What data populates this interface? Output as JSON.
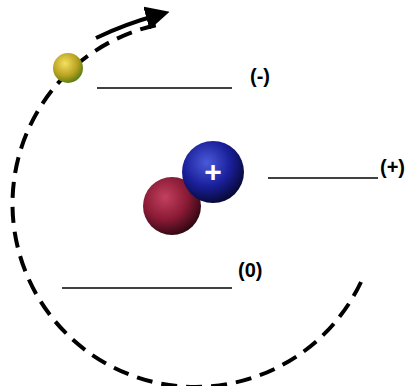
{
  "diagram": {
    "nodes": [
      {
        "text": [
          "+"
        ]
      }
    ],
    "labels": [
      "(-)",
      "(+)",
      "(0)"
    ]
  }
}
